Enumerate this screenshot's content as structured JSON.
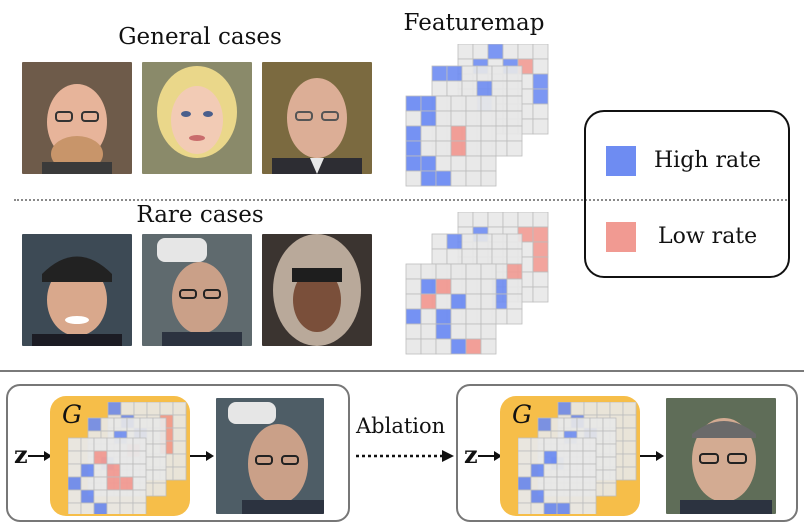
{
  "header": {
    "general_title": "General cases",
    "rare_title": "Rare cases",
    "featuremap_title": "Featuremap"
  },
  "legend": {
    "high_label": "High rate",
    "low_label": "Low rate",
    "high_color": "#6e8cf2",
    "low_color": "#f19a92"
  },
  "pipeline": {
    "generator_label": "G",
    "latent_label": "z",
    "ablation_label": "Ablation"
  },
  "colors": {
    "generator_fill": "#f6be49",
    "grid_cell": "#e8e8e8",
    "grid_line": "#bdbdbd"
  }
}
